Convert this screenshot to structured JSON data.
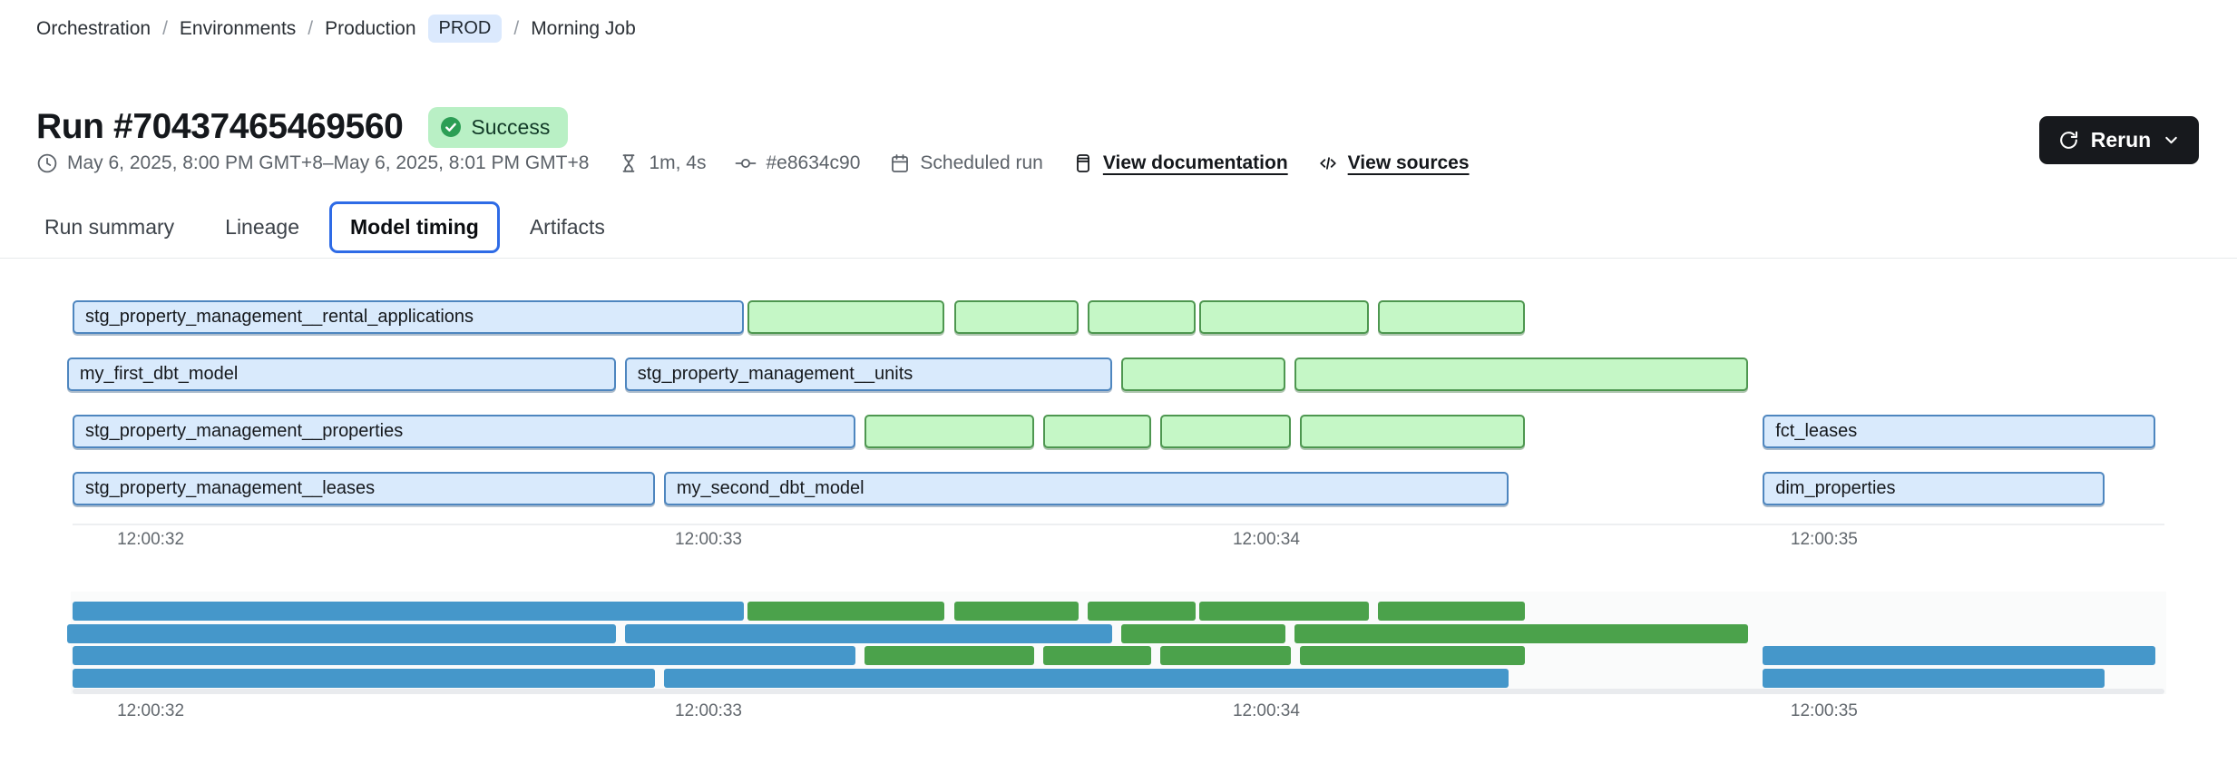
{
  "breadcrumb": {
    "separator": "/",
    "items": [
      {
        "label": "Orchestration",
        "type": "link"
      },
      {
        "label": "Environments",
        "type": "link"
      },
      {
        "label": "Production",
        "type": "link",
        "badge": "PROD"
      },
      {
        "label": "Morning Job",
        "type": "current"
      }
    ]
  },
  "header": {
    "title": "Run #70437465469560",
    "status_label": "Success"
  },
  "toolbar": {
    "rerun_label": "Rerun"
  },
  "meta": {
    "items": [
      {
        "icon": "clock-icon",
        "label": "May 6, 2025, 8:00 PM GMT+8–May 6, 2025, 8:01 PM GMT+8",
        "link": false
      },
      {
        "icon": "hourglass-icon",
        "label": "1m, 4s",
        "link": false
      },
      {
        "icon": "commit-icon",
        "label": "#e8634c90",
        "link": false
      },
      {
        "icon": "calendar-icon",
        "label": "Scheduled run",
        "link": false
      },
      {
        "icon": "documentation-icon",
        "label": "View documentation",
        "link": true
      },
      {
        "icon": "code-icon",
        "label": "View sources",
        "link": true
      }
    ]
  },
  "tabs": [
    {
      "label": "Run summary",
      "active": false
    },
    {
      "label": "Lineage",
      "active": false
    },
    {
      "label": "Model timing",
      "active": true
    },
    {
      "label": "Artifacts",
      "active": false
    }
  ],
  "chart_data": {
    "type": "gantt",
    "x_range": [
      31.86,
      35.61
    ],
    "ticks": [
      {
        "t": 32,
        "label": "12:00:32"
      },
      {
        "t": 33,
        "label": "12:00:33"
      },
      {
        "t": 34,
        "label": "12:00:34"
      },
      {
        "t": 35,
        "label": "12:00:35"
      }
    ],
    "colors": {
      "model_fill": "#d9eafc",
      "model_border": "#4e86bf",
      "test_fill": "#c5f7c6",
      "test_border": "#4e9750",
      "minimap_model": "#4597ca",
      "minimap_test": "#4ba24b"
    },
    "rows": [
      {
        "bars": [
          {
            "label": "stg_property_management__rental_applications",
            "kind": "model",
            "start": 31.86,
            "end": 33.07
          },
          {
            "label": "",
            "kind": "test",
            "start": 33.07,
            "end": 33.43
          },
          {
            "label": "",
            "kind": "test",
            "start": 33.44,
            "end": 33.67
          },
          {
            "label": "",
            "kind": "test",
            "start": 33.68,
            "end": 33.88
          },
          {
            "label": "",
            "kind": "test",
            "start": 33.88,
            "end": 34.19
          },
          {
            "label": "",
            "kind": "test",
            "start": 34.2,
            "end": 34.47
          }
        ]
      },
      {
        "bars": [
          {
            "label": "my_first_dbt_model",
            "kind": "model",
            "start": 31.85,
            "end": 32.84
          },
          {
            "label": "stg_property_management__units",
            "kind": "model",
            "start": 32.85,
            "end": 33.73
          },
          {
            "label": "",
            "kind": "test",
            "start": 33.74,
            "end": 34.04
          },
          {
            "label": "",
            "kind": "test",
            "start": 34.05,
            "end": 34.87
          }
        ]
      },
      {
        "bars": [
          {
            "label": "stg_property_management__properties",
            "kind": "model",
            "start": 31.86,
            "end": 33.27
          },
          {
            "label": "",
            "kind": "test",
            "start": 33.28,
            "end": 33.59
          },
          {
            "label": "",
            "kind": "test",
            "start": 33.6,
            "end": 33.8
          },
          {
            "label": "",
            "kind": "test",
            "start": 33.81,
            "end": 34.05
          },
          {
            "label": "",
            "kind": "test",
            "start": 34.06,
            "end": 34.47
          },
          {
            "label": "fct_leases",
            "kind": "model",
            "start": 34.89,
            "end": 35.6
          }
        ]
      },
      {
        "bars": [
          {
            "label": "stg_property_management__leases",
            "kind": "model",
            "start": 31.86,
            "end": 32.91
          },
          {
            "label": "my_second_dbt_model",
            "kind": "model",
            "start": 32.92,
            "end": 34.44
          },
          {
            "label": "dim_properties",
            "kind": "model",
            "start": 34.89,
            "end": 35.51
          }
        ]
      }
    ]
  }
}
